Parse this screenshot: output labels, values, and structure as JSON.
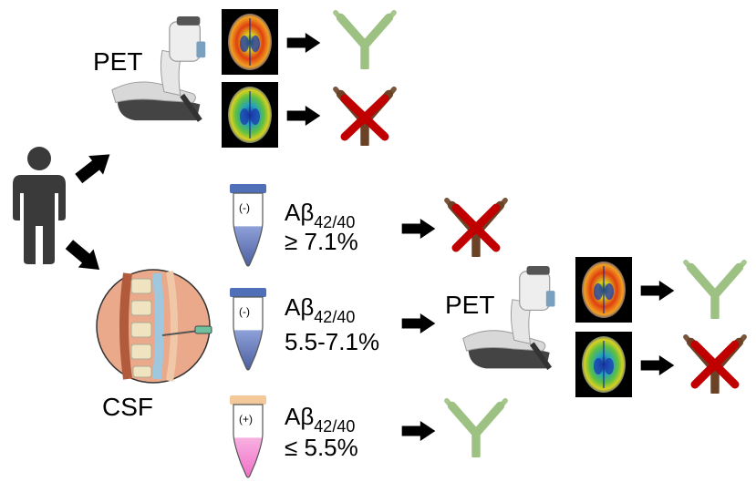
{
  "labels": {
    "pet_top": "PET",
    "pet_mid": "PET",
    "csf": "CSF"
  },
  "tubes": [
    {
      "sign": "(-)",
      "ratio_prefix": "Aβ",
      "ratio_sub": "42/40",
      "threshold": "≥ 7.1%",
      "result": "antibody-not-indicated"
    },
    {
      "sign": "(-)",
      "ratio_prefix": "Aβ",
      "ratio_sub": "42/40",
      "threshold": "5.5-7.1%",
      "result": "refer-to-pet"
    },
    {
      "sign": "(+)",
      "ratio_prefix": "Aβ",
      "ratio_sub": "42/40",
      "threshold": "≤ 5.5%",
      "result": "antibody-indicated"
    }
  ],
  "colors": {
    "antibody_green": "#9dc183",
    "antibody_brown": "#6b4226",
    "cross_red": "#c00000",
    "arrow": "#000000",
    "person": "#3a3a3a",
    "tube_blue": "#6b7fb8",
    "tube_pink": "#f08ad0",
    "tube_cap_blue": "#4f6fb8",
    "tube_cap_peach": "#f5c89a"
  },
  "icons": [
    "person-icon",
    "pet-scanner-icon",
    "pet-brain-scan",
    "antibody-icon",
    "cross-icon",
    "spine-illustration",
    "csf-tube-icon",
    "arrow-icon"
  ]
}
